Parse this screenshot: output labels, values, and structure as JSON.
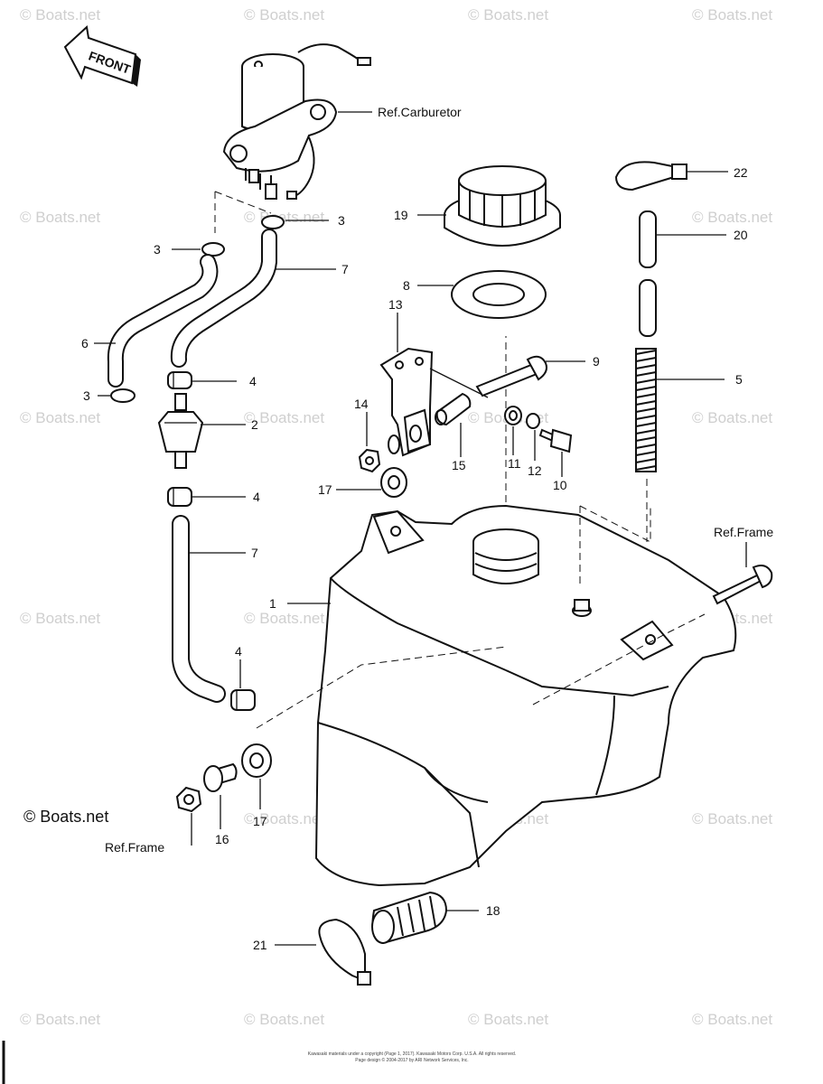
{
  "watermark": {
    "text": "© Boats.net"
  },
  "front_arrow": {
    "label": "FRONT",
    "icon": "front-direction-arrow-icon"
  },
  "references": {
    "carburetor": "Ref.Carburetor",
    "frame_bolt": "Ref.Frame",
    "frame_bottom": "Ref.Frame"
  },
  "callouts": {
    "c1": "1",
    "c2": "2",
    "c3a": "3",
    "c3b": "3",
    "c3c": "3",
    "c4a": "4",
    "c4b": "4",
    "c4c": "4",
    "c5": "5",
    "c6": "6",
    "c7a": "7",
    "c7b": "7",
    "c8": "8",
    "c9": "9",
    "c10": "10",
    "c11": "11",
    "c12": "12",
    "c13": "13",
    "c14": "14",
    "c15": "15",
    "c16": "16",
    "c17a": "17",
    "c17b": "17",
    "c18": "18",
    "c19": "19",
    "c20": "20",
    "c21": "21",
    "c22": "22"
  },
  "copyright_mark": "© Boats.net",
  "footer": {
    "line1": "Kawasaki materials under a copyright (Page 1, 2017). Kawasaki Motors Corp. U.S.A. All rights reserved.",
    "line2": "Page design © 2004-2017 by ARI Network Services, Inc."
  }
}
